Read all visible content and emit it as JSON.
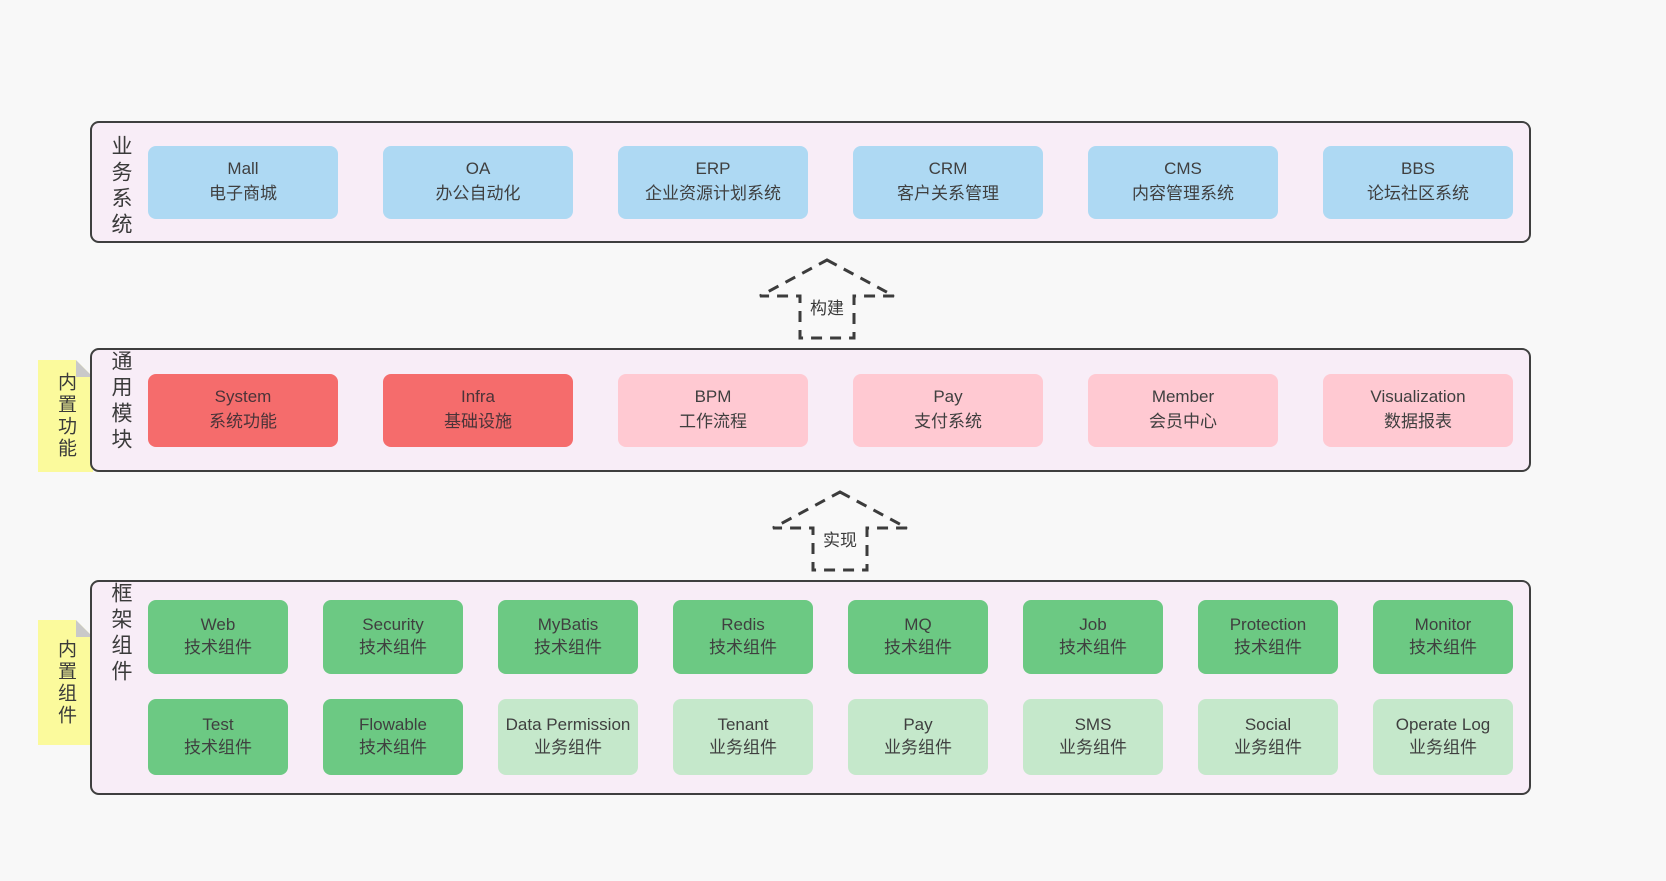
{
  "tiers": [
    {
      "id": "business-systems",
      "label": "业务系统",
      "tab": null,
      "boxes": [
        {
          "name": "Mall",
          "desc": "电子商城",
          "type": "blue"
        },
        {
          "name": "OA",
          "desc": "办公自动化",
          "type": "blue"
        },
        {
          "name": "ERP",
          "desc": "企业资源计划系统",
          "type": "blue"
        },
        {
          "name": "CRM",
          "desc": "客户关系管理",
          "type": "blue"
        },
        {
          "name": "CMS",
          "desc": "内容管理系统",
          "type": "blue"
        },
        {
          "name": "BBS",
          "desc": "论坛社区系统",
          "type": "blue"
        }
      ]
    },
    {
      "id": "common-modules",
      "label": "通用模块",
      "tab": "内置功能",
      "boxes": [
        {
          "name": "System",
          "desc": "系统功能",
          "type": "red"
        },
        {
          "name": "Infra",
          "desc": "基础设施",
          "type": "red"
        },
        {
          "name": "BPM",
          "desc": "工作流程",
          "type": "pink"
        },
        {
          "name": "Pay",
          "desc": "支付系统",
          "type": "pink"
        },
        {
          "name": "Member",
          "desc": "会员中心",
          "type": "pink"
        },
        {
          "name": "Visualization",
          "desc": "数据报表",
          "type": "pink"
        }
      ]
    },
    {
      "id": "framework-components",
      "label": "框架组件",
      "tab": "内置组件",
      "boxes": [
        {
          "name": "Web",
          "desc": "技术组件",
          "type": "green"
        },
        {
          "name": "Security",
          "desc": "技术组件",
          "type": "green"
        },
        {
          "name": "MyBatis",
          "desc": "技术组件",
          "type": "green"
        },
        {
          "name": "Redis",
          "desc": "技术组件",
          "type": "green"
        },
        {
          "name": "MQ",
          "desc": "技术组件",
          "type": "green"
        },
        {
          "name": "Job",
          "desc": "技术组件",
          "type": "green"
        },
        {
          "name": "Protection",
          "desc": "技术组件",
          "type": "green"
        },
        {
          "name": "Monitor",
          "desc": "技术组件",
          "type": "green"
        },
        {
          "name": "Test",
          "desc": "技术组件",
          "type": "green"
        },
        {
          "name": "Flowable",
          "desc": "技术组件",
          "type": "green"
        },
        {
          "name": "Data Permission",
          "desc": "业务组件",
          "type": "lightgreen"
        },
        {
          "name": "Tenant",
          "desc": "业务组件",
          "type": "lightgreen"
        },
        {
          "name": "Pay",
          "desc": "业务组件",
          "type": "lightgreen"
        },
        {
          "name": "SMS",
          "desc": "业务组件",
          "type": "lightgreen"
        },
        {
          "name": "Social",
          "desc": "业务组件",
          "type": "lightgreen"
        },
        {
          "name": "Operate Log",
          "desc": "业务组件",
          "type": "lightgreen"
        }
      ]
    }
  ],
  "arrows": [
    {
      "label": "构建"
    },
    {
      "label": "实现"
    }
  ],
  "colors": {
    "page_bg": "#f8f8f8",
    "tier_bg": "#f8edf7",
    "tier_border": "#3f3f3f",
    "box_blue": "#aed9f3",
    "box_red": "#f56c6c",
    "box_pink": "#ffc9d2",
    "box_green": "#6cc983",
    "box_lightgreen": "#c5e8cb",
    "sticky_tab_yellow": "#fbfa9c",
    "sticky_tab_fold": "#c9c9c9",
    "text": "#3f3f3f"
  }
}
